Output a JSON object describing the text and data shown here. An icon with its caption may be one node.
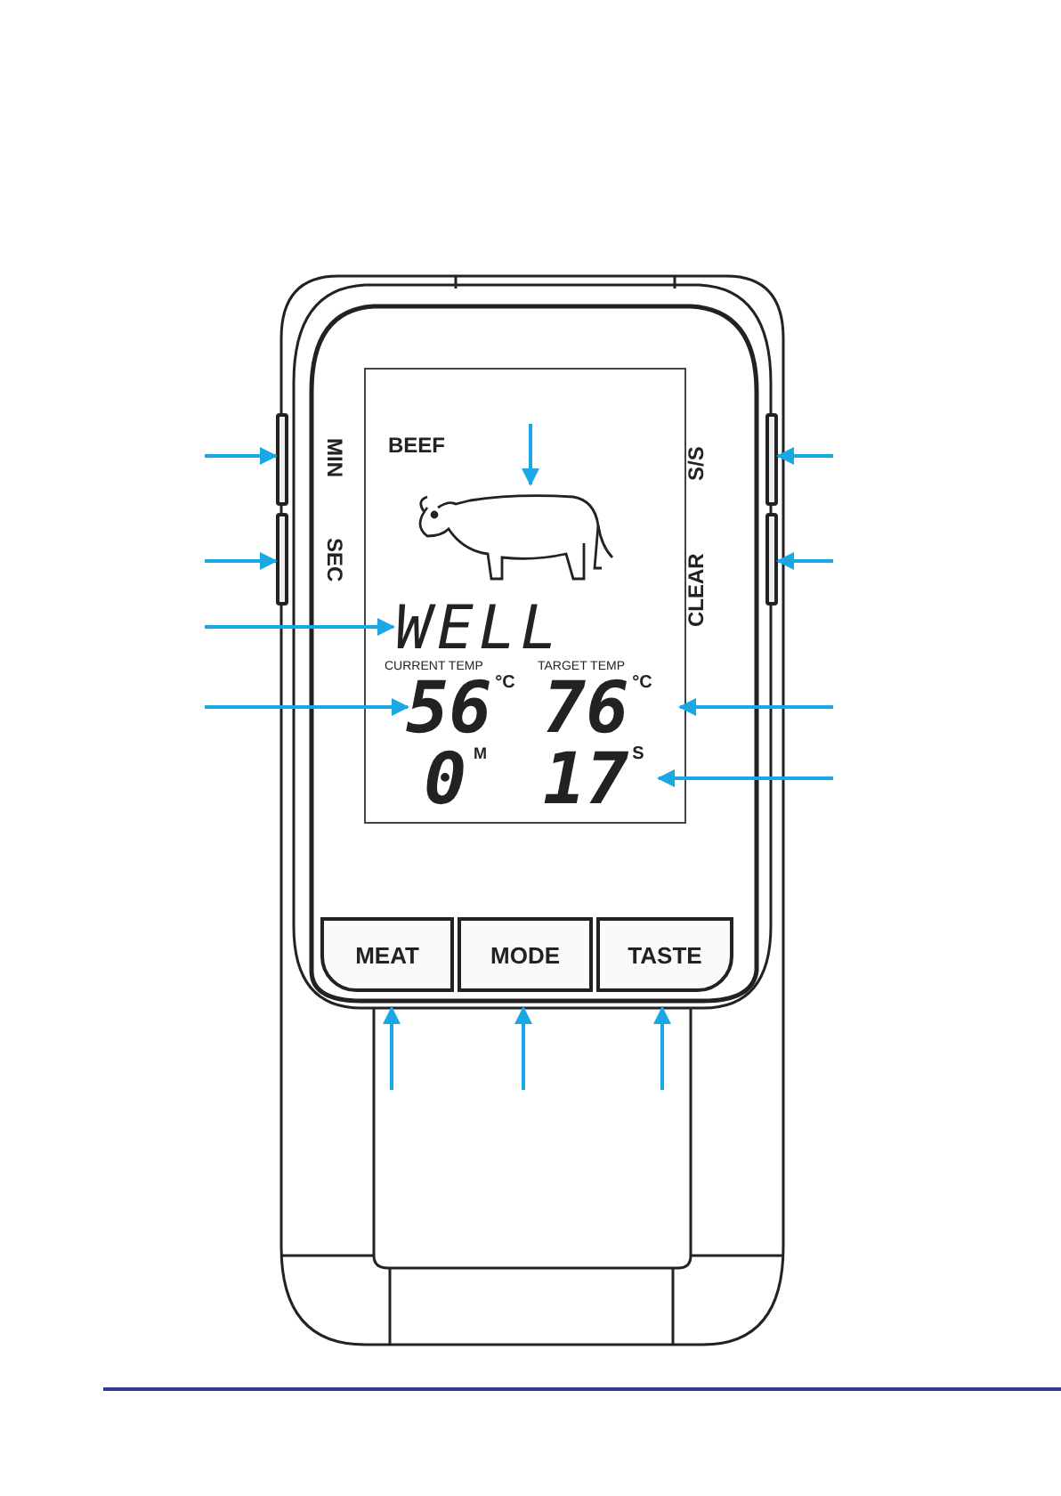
{
  "diagram": {
    "nodes": [
      {
        "text": [],
        "shape": "box"
      },
      {
        "text": [],
        "shape": "box"
      },
      {
        "text": [],
        "shape": "box"
      },
      {
        "text": [],
        "shape": "box"
      },
      {
        "text": [],
        "shape": "picture"
      },
      {
        "text": [
          "WELL"
        ]
      },
      {
        "text": [
          "56",
          "°C"
        ]
      },
      {
        "text": [
          "76",
          "°C"
        ]
      },
      {
        "text": [
          "17",
          "S"
        ]
      },
      {
        "text": [
          "MEAT"
        ]
      },
      {
        "text": [
          "MODE"
        ]
      },
      {
        "text": [
          "TASTE"
        ]
      }
    ],
    "edges": [
      {
        "from": null,
        "to": 0,
        "arrow": "to"
      },
      {
        "from": null,
        "to": 1,
        "arrow": "to"
      },
      {
        "from": null,
        "to": 2,
        "arrow": "to"
      },
      {
        "from": null,
        "to": 3,
        "arrow": "to"
      },
      {
        "from": null,
        "to": 4,
        "arrow": "to"
      },
      {
        "from": null,
        "to": 5,
        "arrow": "to"
      },
      {
        "from": null,
        "to": 6,
        "arrow": "to"
      },
      {
        "from": null,
        "to": 7,
        "arrow": "to"
      },
      {
        "from": null,
        "to": 8,
        "arrow": "to"
      },
      {
        "from": null,
        "to": 9,
        "arrow": "to"
      },
      {
        "from": null,
        "to": 10,
        "arrow": "to"
      },
      {
        "from": null,
        "to": 11,
        "arrow": "to"
      }
    ],
    "labels": [
      "MIN",
      "SEC",
      "S/S",
      "CLEAR",
      "BEEF",
      "CURRENT TEMP",
      "TARGET TEMP",
      "0",
      "M"
    ]
  }
}
